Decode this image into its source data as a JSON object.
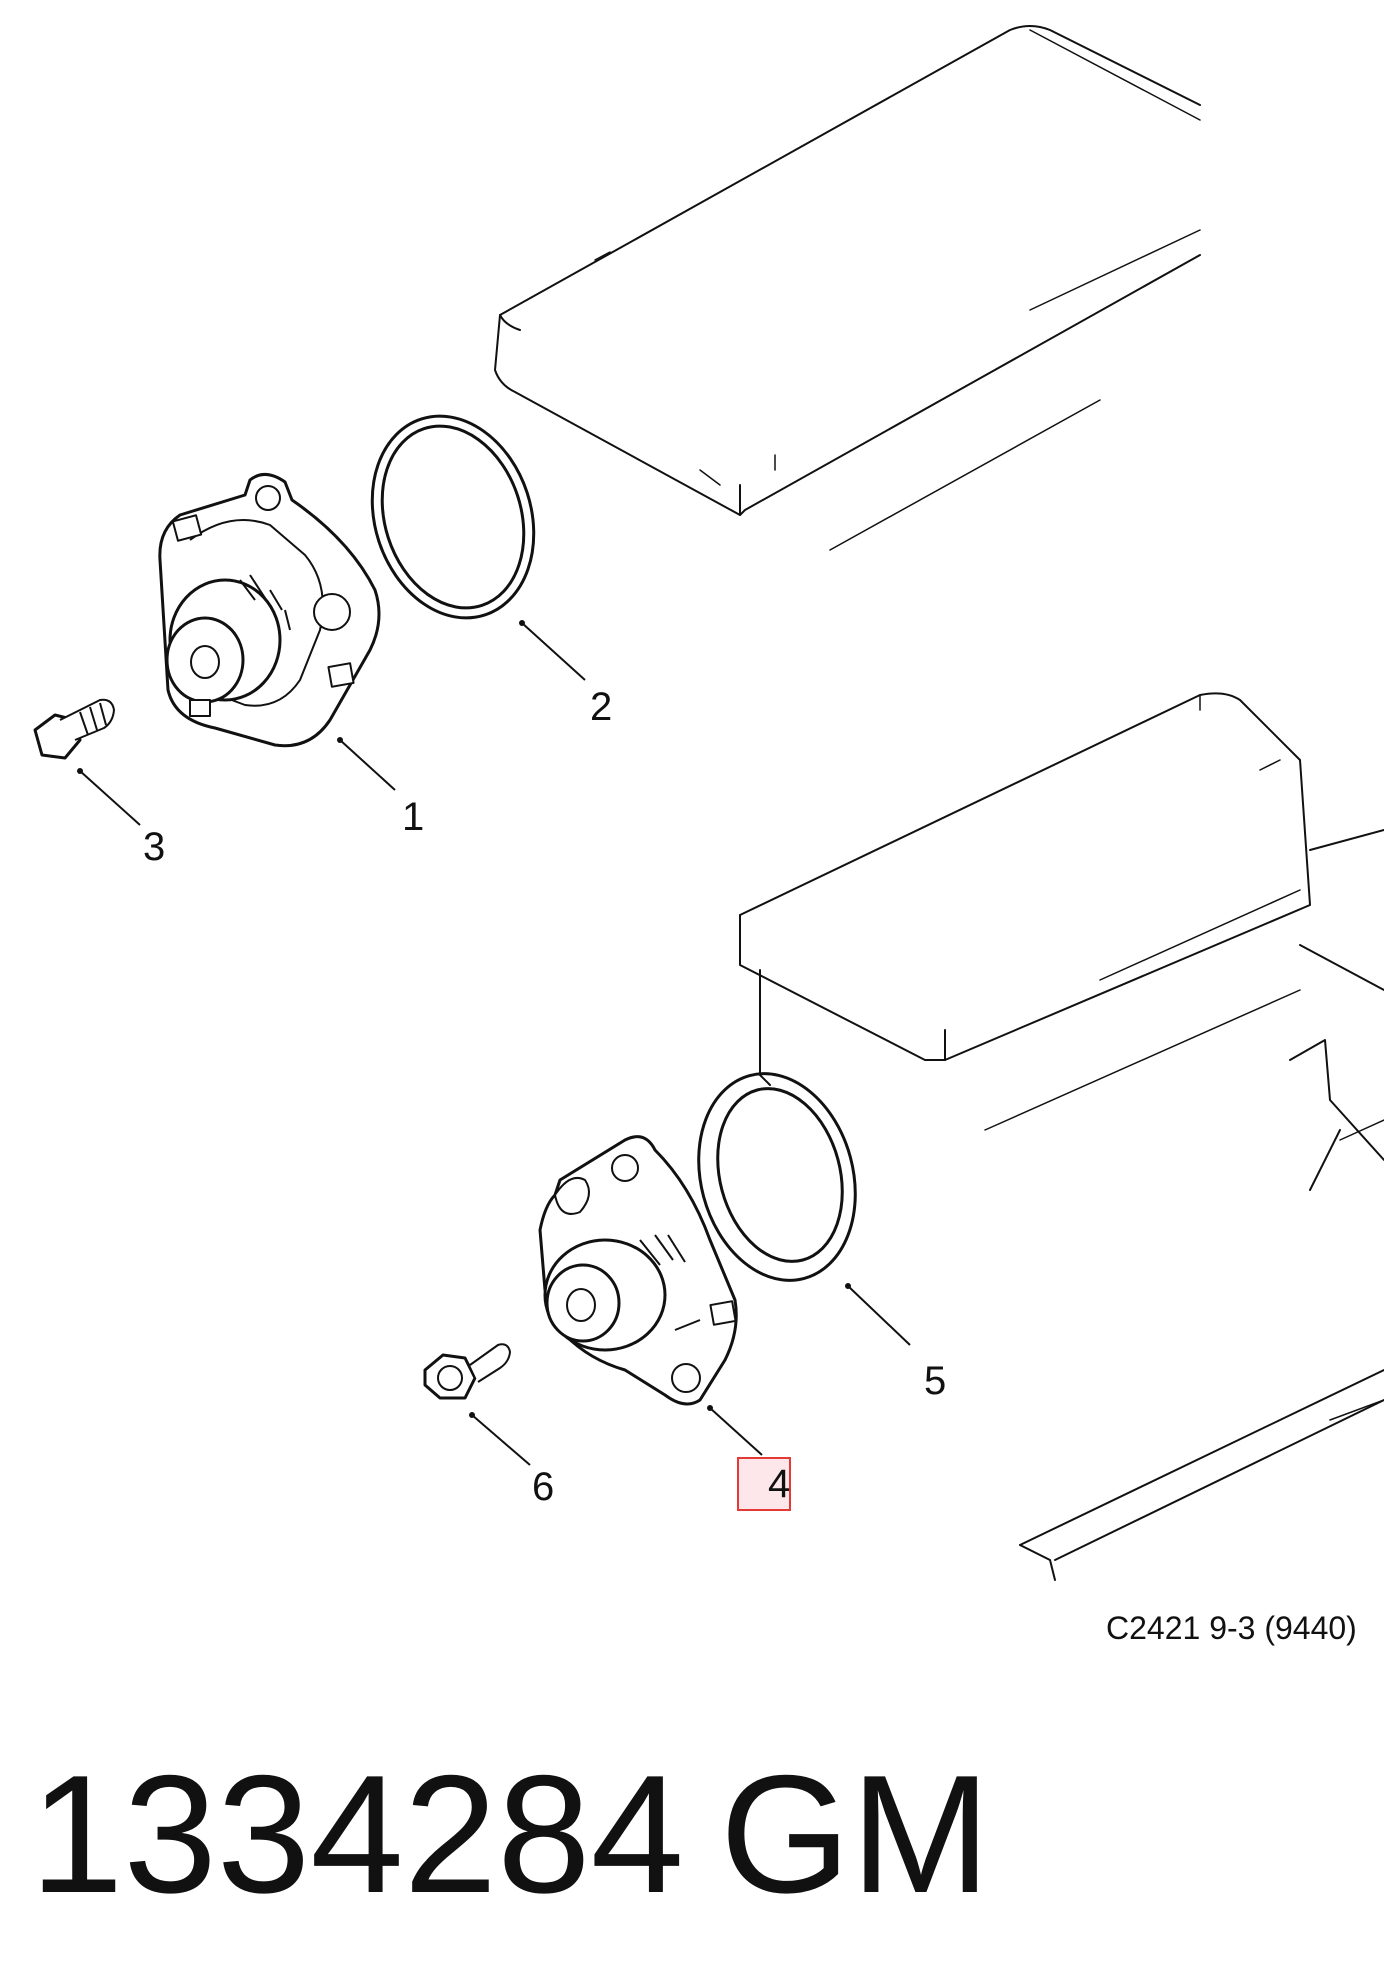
{
  "callouts": [
    {
      "id": "1",
      "label": "1"
    },
    {
      "id": "2",
      "label": "2"
    },
    {
      "id": "3",
      "label": "3"
    },
    {
      "id": "4",
      "label": "4"
    },
    {
      "id": "5",
      "label": "5"
    },
    {
      "id": "6",
      "label": "6"
    }
  ],
  "diagram_code": "C2421 9-3 (9440)",
  "part_number": "1334284",
  "brand": "GM",
  "highlight_color": "#e53935"
}
